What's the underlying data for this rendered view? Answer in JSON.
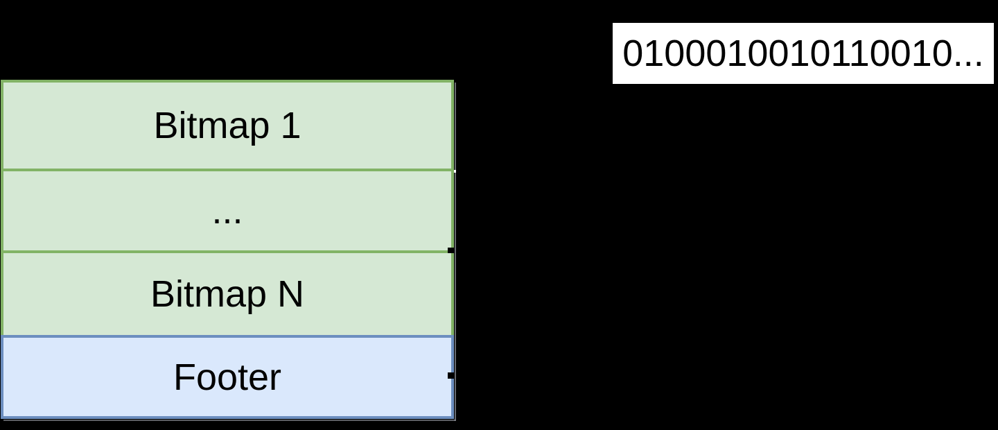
{
  "diagram": {
    "background_color": "#000000",
    "stack": {
      "rows": [
        {
          "id": "bitmap-1",
          "label": "Bitmap 1",
          "fill": "#d5e8d4",
          "stroke": "#82b366"
        },
        {
          "id": "ellipsis",
          "label": "...",
          "fill": "#d5e8d4",
          "stroke": "#82b366"
        },
        {
          "id": "bitmap-n",
          "label": "Bitmap N",
          "fill": "#d5e8d4",
          "stroke": "#82b366"
        },
        {
          "id": "footer",
          "label": "Footer",
          "fill": "#dae8fc",
          "stroke": "#6c8ebf"
        }
      ]
    },
    "bitstring": {
      "label": "0100010010110010...",
      "fill": "#ffffff",
      "text_color": "#000000"
    },
    "text_color": "#000000"
  }
}
